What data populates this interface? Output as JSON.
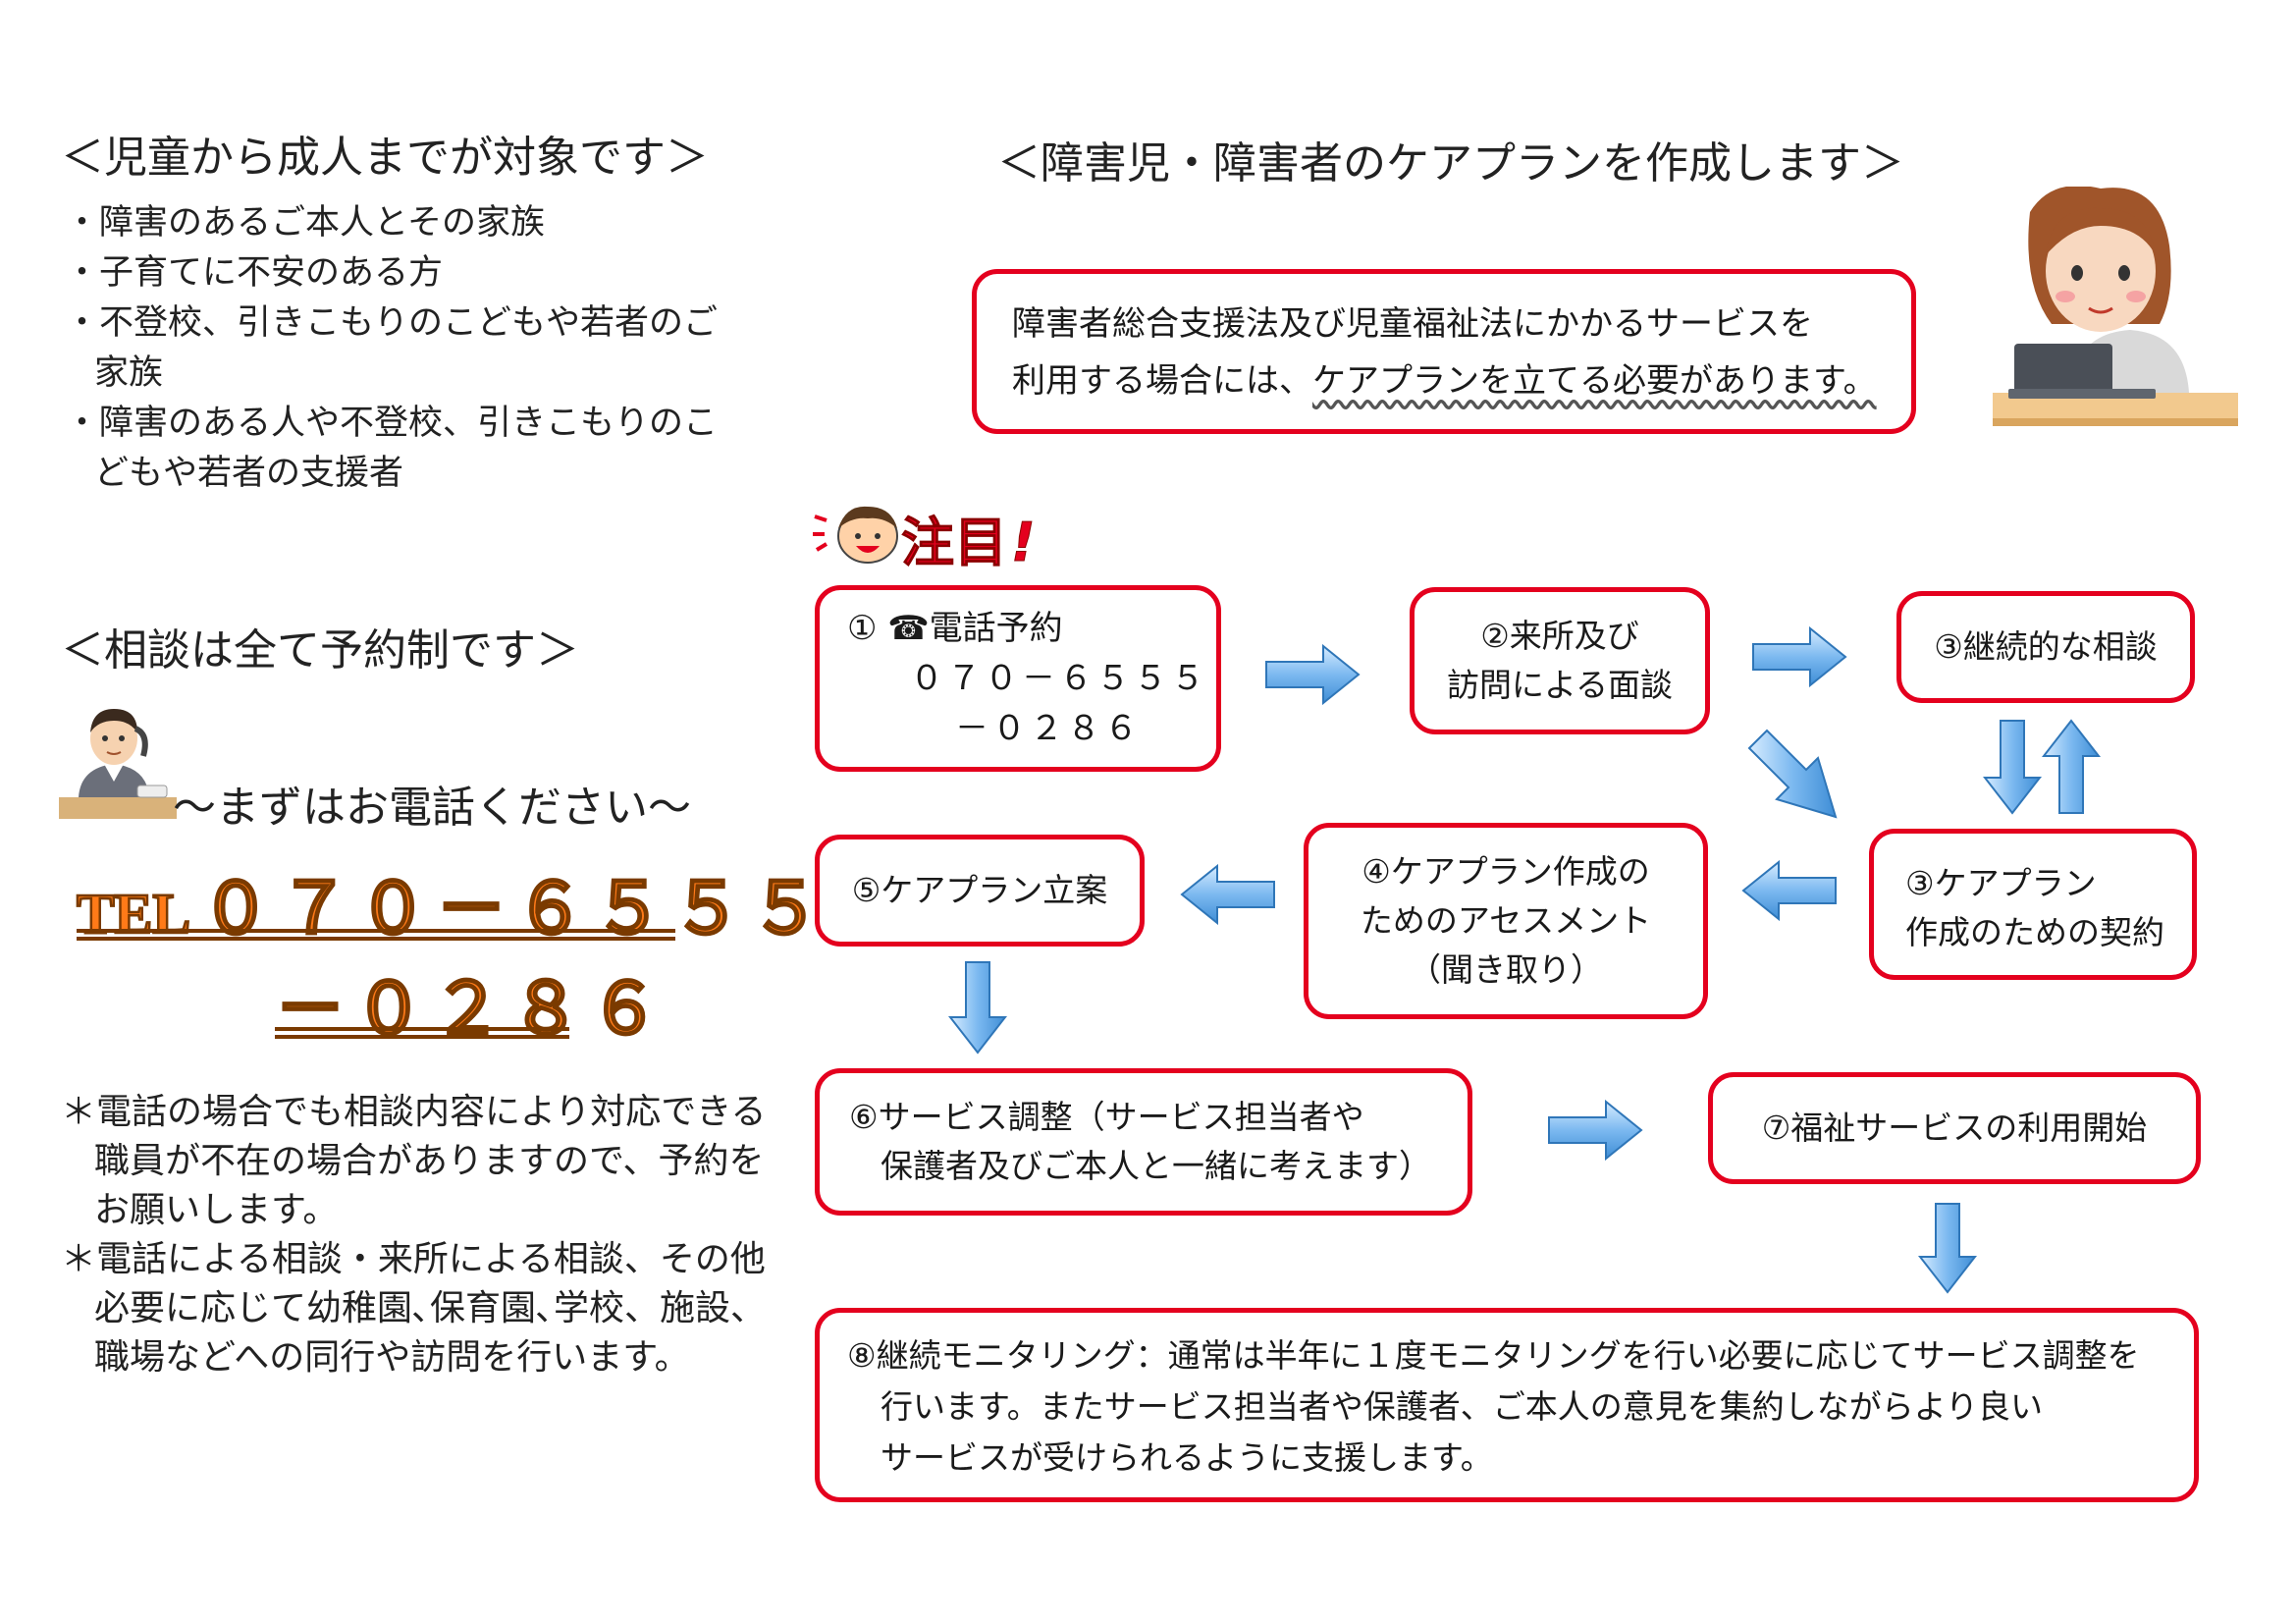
{
  "left": {
    "target_heading": "＜児童から成人までが対象です＞",
    "targets": [
      "・障害のあるご本人とその家族",
      "・子育てに不安のある方",
      "・不登校、引きこもりのこどもや若者のご家族",
      "・障害のある人や不登校、引きこもりのこどもや若者の支援者"
    ],
    "reservation_heading": "＜相談は全て予約制です＞",
    "call_text": "～まずはお電話ください～",
    "tel_prefix": "TEL",
    "tel_line1": "０７０－６５５５",
    "tel_line2": "－０２８６",
    "notes": [
      "＊電話の場合でも相談内容により対応できる職員が不在の場合がありますので、予約をお願いします。",
      "＊電話による相談・来所による相談、その他必要に応じて幼稚園､保育園､学校、施設、職場などへの同行や訪問を行います。"
    ]
  },
  "right": {
    "heading": "＜障害児・障害者のケアプランを作成します＞",
    "intro_line1": "障害者総合支援法及び児童福祉法にかかるサービスを",
    "intro_line2a": "利用する場合には、",
    "intro_line2b": "ケアプランを立てる必要があります。",
    "attention": "注目",
    "attention_mark": "!"
  },
  "flow": {
    "step1_a": "① ☎電話予約",
    "step1_b": "０７０－６５５５",
    "step1_c": "－０２８６",
    "step2_a": "②来所及び",
    "step2_b": "訪問による面談",
    "step3": "③継続的な相談",
    "step3b_a": "③ケアプラン",
    "step3b_b": "作成のための契約",
    "step4_a": "④ケアプラン作成の",
    "step4_b": "ためのアセスメント",
    "step4_c": "（聞き取り）",
    "step5": "⑤ケアプラン立案",
    "step6_a": "⑥サービス調整（サービス担当者や",
    "step6_b": "保護者及びご本人と一緒に考えます）",
    "step7": "⑦福祉サービスの利用開始",
    "step8_a": "⑧継続モニタリング：通常は半年に１度モニタリングを行い必要に応じてサービス調整を",
    "step8_b": "行います。またサービス担当者や保護者、ご本人の意見を集約しながらより良い",
    "step8_c": "サービスが受けられるように支援します。"
  },
  "colors": {
    "box_border": "#e4001e",
    "arrow": "#5aa4e6",
    "tel": "#ff7a18",
    "attention": "#e4001e"
  },
  "icons": [
    "woman-at-laptop-icon",
    "man-on-phone-icon",
    "smiling-face-icon",
    "telephone-icon"
  ]
}
